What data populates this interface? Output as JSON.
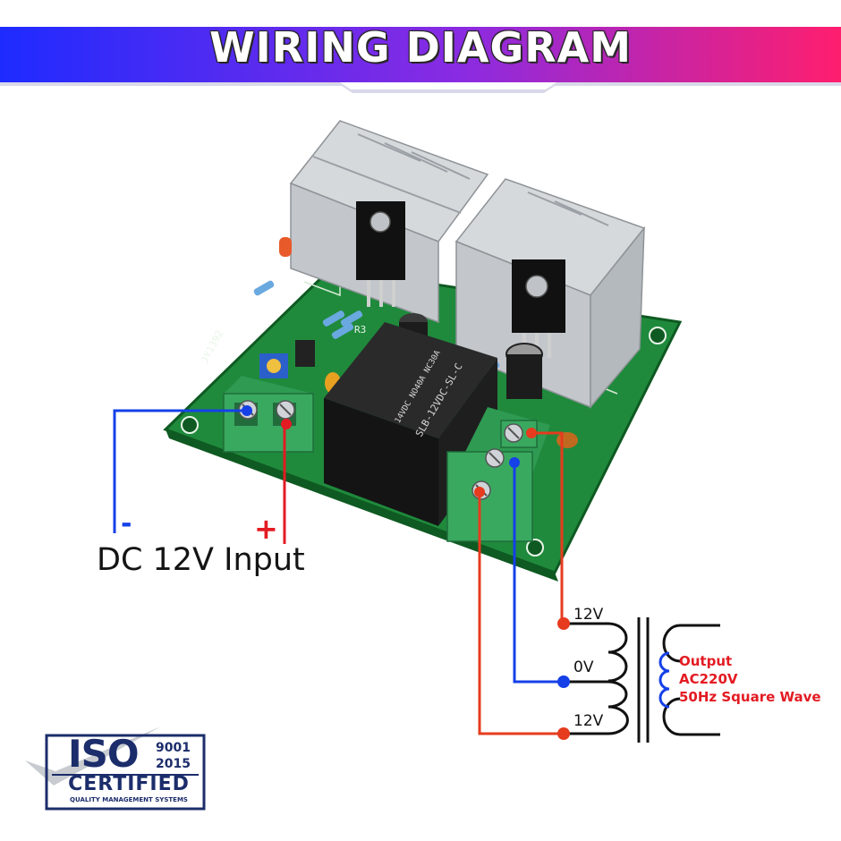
{
  "banner": {
    "title": "WIRING DIAGRAM",
    "gradient": [
      "#1e2bff",
      "#8a2be2",
      "#ff1e6e"
    ]
  },
  "board": {
    "id_label": "JY1392",
    "relay_line1": "14VDC  NO40A  NC30A",
    "relay_line2": "SLB-12VDC-SL-C",
    "resistor_label": "R3",
    "pcb_color": "#1f8a3c",
    "heatsink_color": "#c9cdd1"
  },
  "input": {
    "label": "DC 12V Input",
    "minus": "-",
    "plus": "+"
  },
  "transformer": {
    "tap_top": "12V",
    "tap_middle": "0V",
    "tap_bottom": "12V",
    "output_line1": "Output",
    "output_line2": "AC220V",
    "output_line3": "50Hz Square Wave"
  },
  "colors": {
    "positive": "#e63b1e",
    "negative": "#1540e8",
    "label_red": "#e31b23"
  },
  "iso": {
    "word": "ISO",
    "number": "9001",
    "year": "2015",
    "certified": "CERTIFIED",
    "tagline": "QUALITY MANAGEMENT SYSTEMS"
  }
}
